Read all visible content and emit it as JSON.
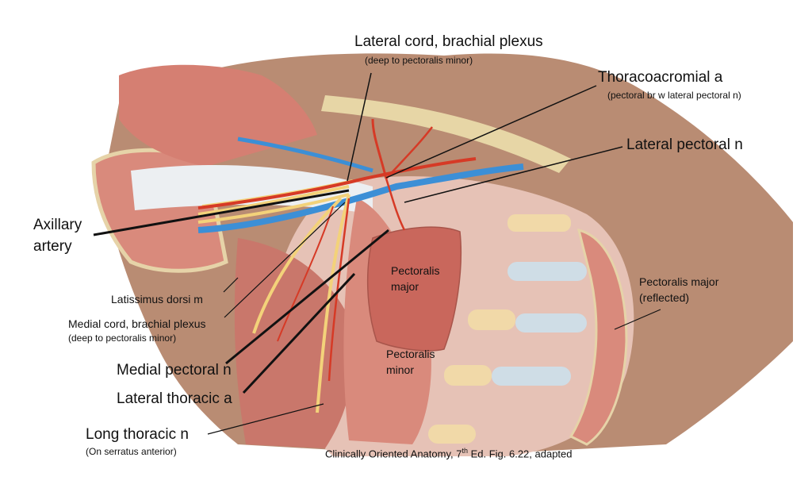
{
  "labels": {
    "lateral_cord": "Lateral cord, brachial plexus",
    "lateral_cord_note": "(deep to pectoralis minor)",
    "thoracoacromial": "Thoracoacromial a",
    "thoracoacromial_note": "(pectoral br w lateral pectoral n)",
    "lateral_pectoral_n": "Lateral pectoral n",
    "axillary_artery_1": "Axillary",
    "axillary_artery_2": "artery",
    "latissimus": "Latissimus dorsi m",
    "medial_cord": "Medial cord, brachial plexus",
    "medial_cord_note": "(deep to pectoralis minor)",
    "pec_major_1": "Pectoralis",
    "pec_major_2": "major",
    "pec_major_reflected_1": "Pectoralis major",
    "pec_major_reflected_2": "(reflected)",
    "pec_minor_1": "Pectoralis",
    "pec_minor_2": "minor",
    "medial_pectoral_n": "Medial pectoral n",
    "lateral_thoracic_a": "Lateral thoracic a",
    "long_thoracic_n": "Long thoracic n",
    "long_thoracic_note": "(On serratus anterior)"
  },
  "caption": {
    "prefix": "Clinically Oriented Anatomy, 7",
    "sup": "th",
    "suffix": " Ed. Fig. 6.22, adapted"
  },
  "colors": {
    "skin": "#b98c73",
    "muscle": "#d98a7c",
    "muscle_dark": "#c0685d",
    "tendon": "#eceff2",
    "artery": "#d63a26",
    "vein": "#3c8fd6",
    "nerve": "#f3d27a",
    "cartilage": "#cfdde6",
    "rib": "#f1d9a8"
  }
}
